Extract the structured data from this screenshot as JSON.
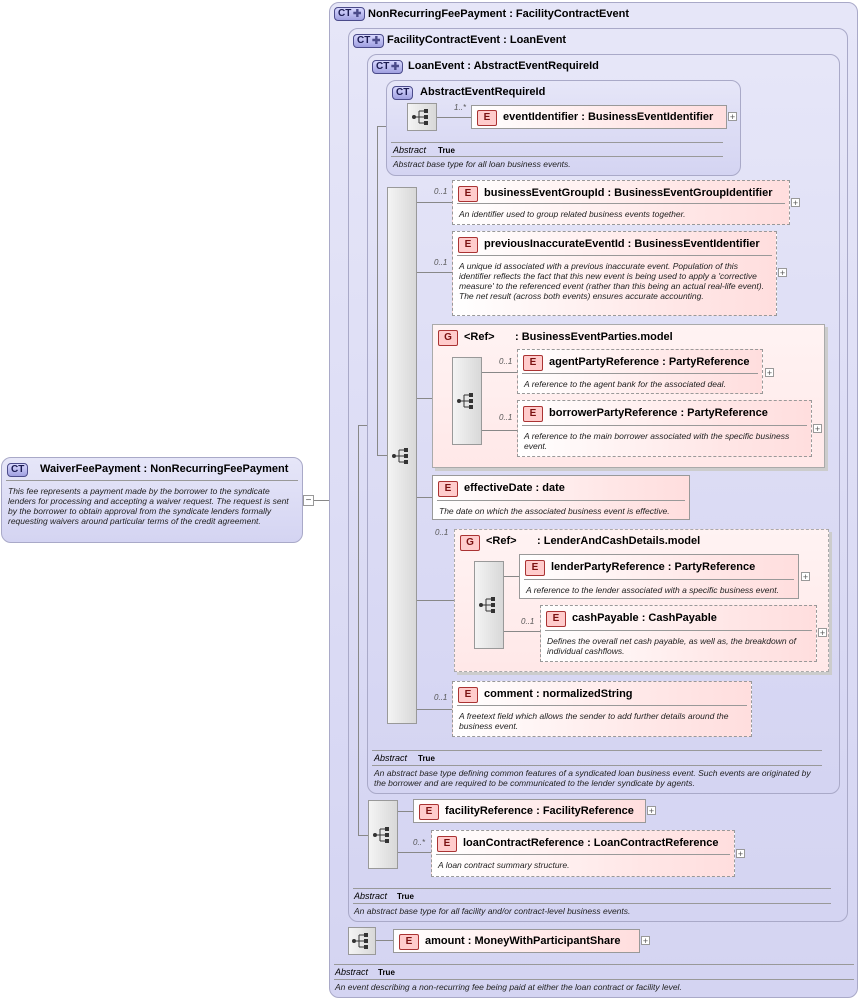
{
  "root": {
    "title": "WaiverFeePayment : NonRecurringFeePayment",
    "badge": "CT",
    "description": "This fee represents a payment made by the borrower to the syndicate lenders for processing and accepting a waiver request. The request is sent by the borrower to obtain approval from the syndicate lenders formally requesting waivers around particular terms of the credit agreement."
  },
  "nonRecurring": {
    "title": "NonRecurringFeePayment : FacilityContractEvent",
    "badge": "CT",
    "abstract_label": "Abstract",
    "abstract_value": "True",
    "description": "An event describing a non-recurring fee being paid at either the loan contract or facility level.",
    "amount": {
      "badge": "E",
      "title": "amount  : MoneyWithParticipantShare"
    }
  },
  "facilityContract": {
    "title": "FacilityContractEvent : LoanEvent",
    "badge": "CT",
    "abstract_label": "Abstract",
    "abstract_value": "True",
    "description": "An abstract base type for all facility and/or contract-level business events.",
    "facilityReference": {
      "badge": "E",
      "title": "facilityReference : FacilityReference"
    },
    "loanContractReference": {
      "badge": "E",
      "title": "loanContractReference : LoanContractReference",
      "card": "0..*",
      "description": "A loan contract summary structure."
    }
  },
  "loanEvent": {
    "title": "LoanEvent : AbstractEventRequireId",
    "badge": "CT",
    "abstract_label": "Abstract",
    "abstract_value": "True",
    "description": "An abstract base type defining common features of a syndicated loan business event. Such events are originated by the borrower and are required to be communicated to the lender syndicate by agents."
  },
  "abstractEvent": {
    "title": "AbstractEventRequireId",
    "badge": "CT",
    "abstract_label": "Abstract",
    "abstract_value": "True",
    "description": "Abstract base type for all loan business events.",
    "eventIdentifier": {
      "badge": "E",
      "title": "eventIdentifier : BusinessEventIdentifier",
      "card": "1..*"
    }
  },
  "elements": {
    "businessEventGroupId": {
      "badge": "E",
      "title": "businessEventGroupId : BusinessEventGroupIdentifier",
      "card": "0..1",
      "description": "An identifier used to group related business events together."
    },
    "previousInaccurateEventId": {
      "badge": "E",
      "title": "previousInaccurateEventId : BusinessEventIdentifier",
      "card": "0..1",
      "description": "A unique id associated with a previous inaccurate event. Population of this identifier reflects the fact that this new event is being used to apply a 'corrective measure' to the referenced event (rather than this being an actual real-life event). The net result (across both events) ensures accurate accounting."
    },
    "partiesGroup": {
      "badge": "G",
      "ref": "<Ref>",
      "title": ": BusinessEventParties.model"
    },
    "agentPartyReference": {
      "badge": "E",
      "title": "agentPartyReference : PartyReference",
      "card": "0..1",
      "description": "A reference to the agent bank for the associated deal."
    },
    "borrowerPartyReference": {
      "badge": "E",
      "title": "borrowerPartyReference : PartyReference",
      "card": "0..1",
      "description": "A reference to the main borrower associated with the specific business event."
    },
    "effectiveDate": {
      "badge": "E",
      "title": "effectiveDate : date",
      "description": "The date on which the associated business event is effective."
    },
    "lenderGroup": {
      "badge": "G",
      "ref": "<Ref>",
      "title": ": LenderAndCashDetails.model",
      "card": "0..1"
    },
    "lenderPartyReference": {
      "badge": "E",
      "title": "lenderPartyReference : PartyReference",
      "description": "A reference to the lender associated with a specific business event."
    },
    "cashPayable": {
      "badge": "E",
      "title": "cashPayable : CashPayable",
      "card": "0..1",
      "description": "Defines the overall net cash payable, as well as, the breakdown of individual cashflows."
    },
    "comment": {
      "badge": "E",
      "title": "comment : normalizedString",
      "card": "0..1",
      "description": "A freetext field which allows the sender to add further details around the business event."
    }
  },
  "expander_glyph": "+",
  "connector_glyph": "−"
}
